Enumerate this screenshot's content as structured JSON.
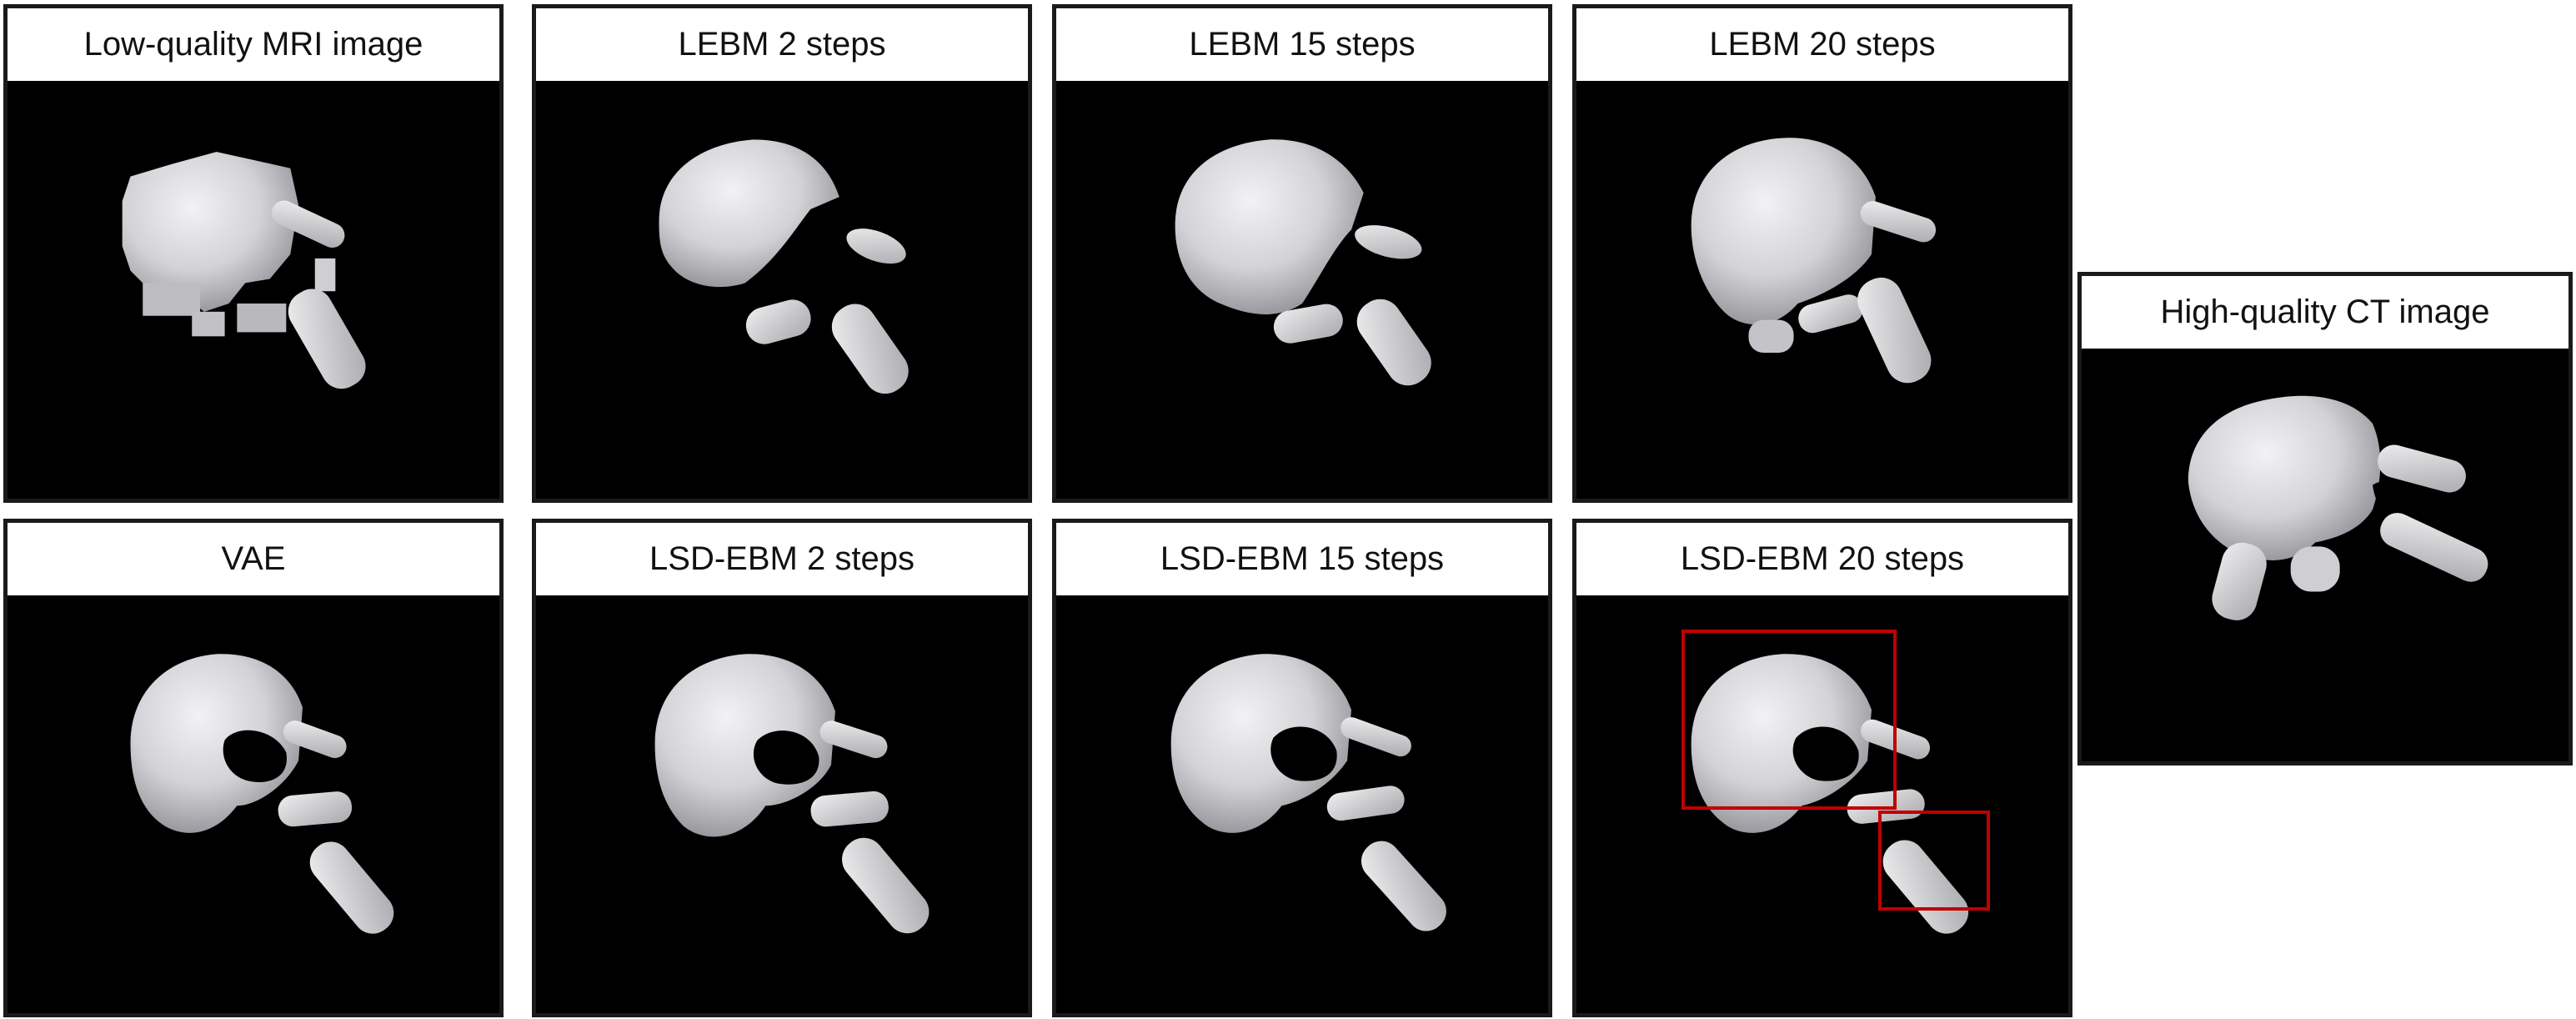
{
  "figure": {
    "panels": [
      {
        "id": "lq-mri",
        "label": "Low-quality MRI image",
        "shape": "blocky"
      },
      {
        "id": "lebm-2",
        "label": "LEBM 2 steps",
        "shape": "fragmented"
      },
      {
        "id": "lebm-15",
        "label": "LEBM 15 steps",
        "shape": "partial"
      },
      {
        "id": "lebm-20",
        "label": "LEBM 20 steps",
        "shape": "near-complete"
      },
      {
        "id": "vae",
        "label": "VAE",
        "shape": "complete-smooth"
      },
      {
        "id": "lsd-ebm-2",
        "label": "LSD-EBM 2 steps",
        "shape": "complete"
      },
      {
        "id": "lsd-ebm-15",
        "label": "LSD-EBM 15 steps",
        "shape": "complete-thin"
      },
      {
        "id": "lsd-ebm-20",
        "label": "LSD-EBM 20 steps",
        "shape": "complete-highlighted"
      },
      {
        "id": "hq-ct",
        "label": "High-quality CT image",
        "shape": "reference"
      }
    ],
    "highlight_color": "#c00000",
    "background_color": "#000000",
    "bone_color": "#d9d9dc"
  }
}
